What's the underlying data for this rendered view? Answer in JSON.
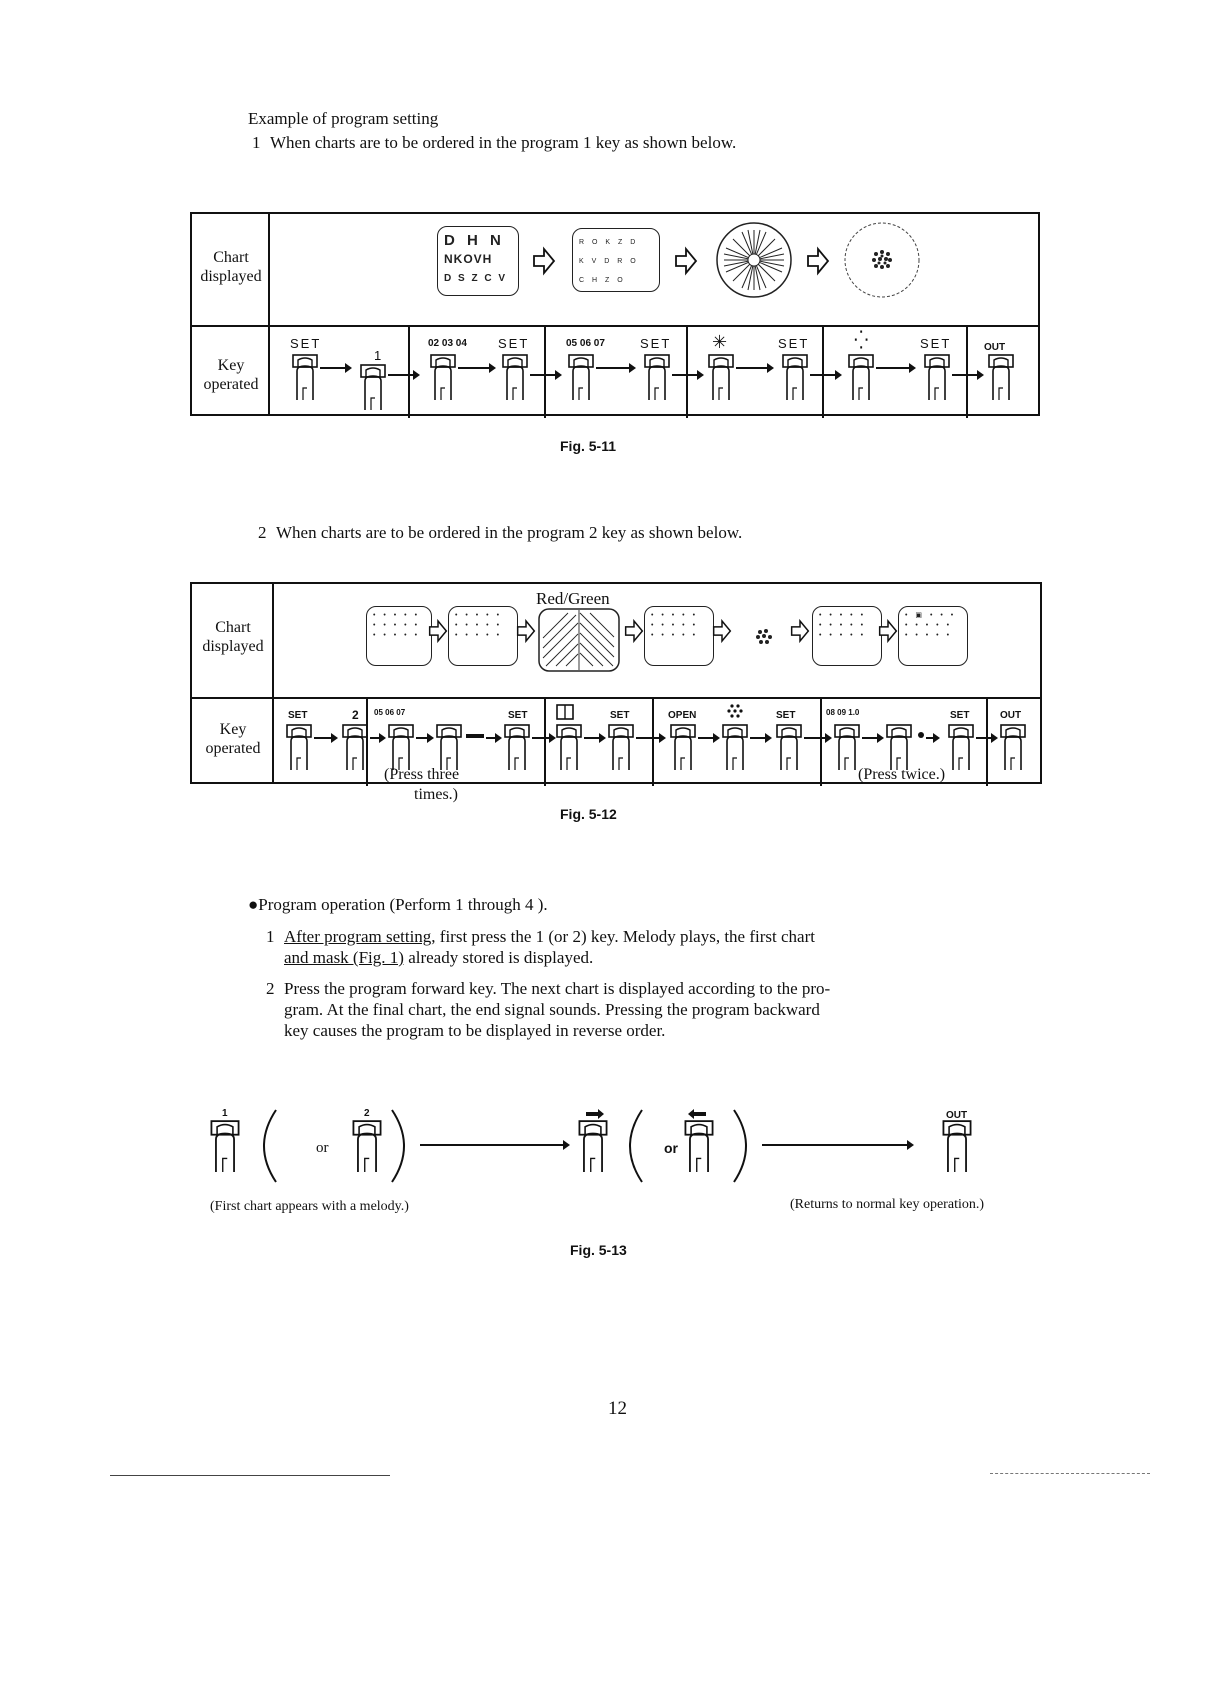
{
  "intro": {
    "heading": "Example of program setting",
    "item1_num": "1",
    "item1_text": "When charts are to be ordered in the program 1 key as shown below."
  },
  "fig511": {
    "row_chart_label": "Chart displayed",
    "row_key_label": "Key operated",
    "chart1_lines": [
      "D H N",
      "NKOVH",
      "D S Z C V"
    ],
    "chart2_lines": [
      "R O K Z D",
      "K V D R O",
      "C H Z O"
    ],
    "key_labels": [
      "SET",
      "1",
      "02 03 04",
      "SET",
      "05 06 07",
      "SET",
      "✳",
      "SET",
      "⁛",
      "SET",
      "OUT"
    ],
    "caption": "Fig. 5-11"
  },
  "item2": {
    "num": "2",
    "text": "When charts are to be ordered in the program 2 key as shown below."
  },
  "fig512": {
    "row_chart_label": "Chart displayed",
    "row_key_label": "Key operated",
    "red_green": "Red/Green",
    "key_labels": [
      "SET",
      "2",
      "05 06 07",
      "SET",
      "SET",
      "OPEN",
      "SET",
      "08 09 1.0",
      "SET",
      "OUT"
    ],
    "note_three_a": "(Press three",
    "note_three_b": "times.)",
    "note_twice": "(Press twice.)",
    "caption": "Fig. 5-12"
  },
  "operation": {
    "heading": "●Program operation (Perform  1  through  4 ).",
    "s1_num": "1",
    "s1_underlined": "After program setting,",
    "s1_rest_line1": " first press the 1 (or 2) key. Melody plays, the first chart",
    "s1_line2_underlined": "and mask (Fig. 1)",
    "s1_line2_rest": " already stored is displayed.",
    "s2_num": "2",
    "s2_line1": "Press the program forward key. The next chart is displayed according to the pro-",
    "s2_line2": "gram. At the final chart, the end signal sounds. Pressing the program backward",
    "s2_line3": "key causes the program to be displayed in reverse order."
  },
  "fig513": {
    "label_1": "1",
    "label_2": "2",
    "label_out": "OUT",
    "or1": "or",
    "or2": "or",
    "note_left": "(First chart appears with a melody.)",
    "note_right": "(Returns to normal key operation.)",
    "caption": "Fig. 5-13"
  },
  "page_number": "12"
}
